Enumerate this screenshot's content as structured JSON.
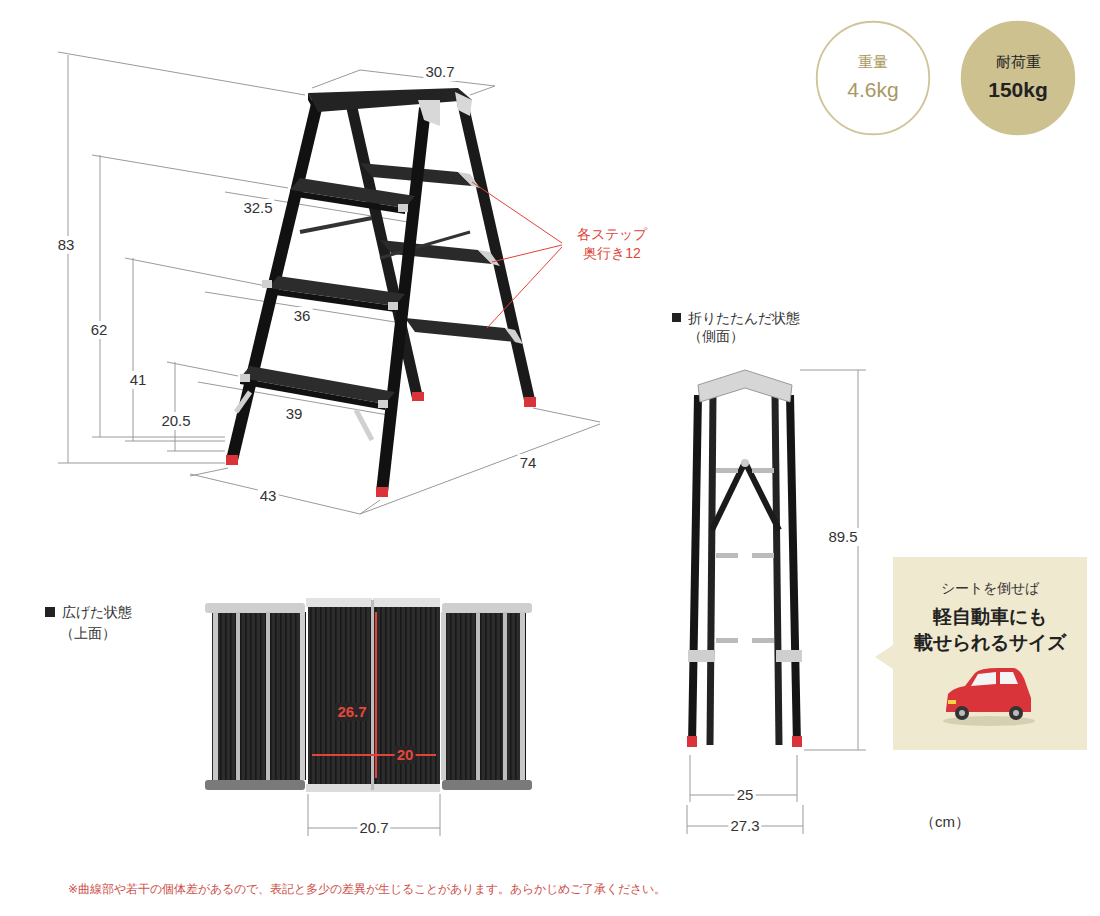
{
  "diagram": {
    "nodes": [
      {
        "text": [
          "重量",
          "4.6kg"
        ]
      },
      {
        "text": [
          "耐荷重",
          "150kg"
        ]
      },
      {
        "text": [
          "シートを倒せば",
          "軽自動車にも 載せられるサイズ"
        ]
      }
    ],
    "labels": [
      "30.7",
      "32.5",
      "36",
      "39",
      "43",
      "74",
      "83",
      "62",
      "41",
      "20.5",
      "各ステップ 奥行き12",
      "折りたたんだ状態",
      "（側面）",
      "89.5",
      "25",
      "27.3",
      "広げた状態",
      "（上面）",
      "26.7",
      "20",
      "20.7",
      "（cm）",
      "※曲線部や若干の個体差があるので、表記と多少の差異が生じることがあります。あらかじめご了承ください。"
    ]
  }
}
